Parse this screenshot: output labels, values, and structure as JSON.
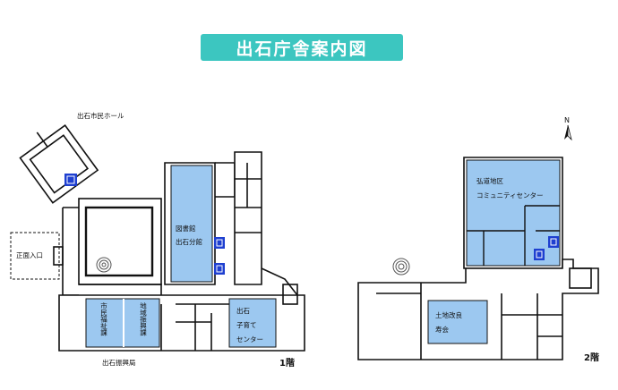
{
  "title": "出石庁舎案内図",
  "labels": {
    "hall": "出石市民ホール",
    "entrance": "正面入口",
    "library_1": "図書館",
    "library_2": "出石分館",
    "welfare": "市民福祉課",
    "regional": "地域振興課",
    "childcare_1": "出石",
    "childcare_2": "子育て",
    "childcare_3": "センター",
    "bureau": "出石振興局",
    "community_1": "弘道地区",
    "community_2": "コミュニティセンター",
    "land_1": "土地改良",
    "land_2": "寿会"
  },
  "floors": {
    "first": "1階",
    "second": "2階"
  },
  "compass": "N",
  "colors": {
    "room_blue": "#9cc8f0",
    "banner": "#3cc6c0",
    "elevator": "#1e3fd0"
  }
}
